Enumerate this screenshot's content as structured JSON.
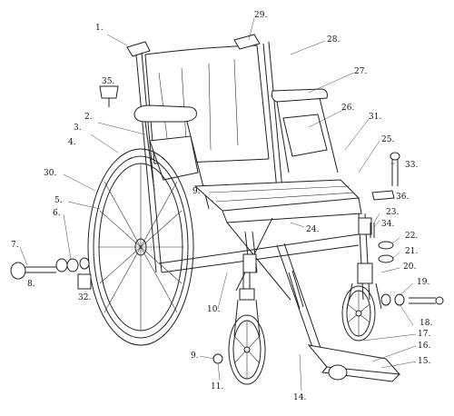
{
  "callouts": [
    {
      "id": "c1",
      "text": "1."
    },
    {
      "id": "c2",
      "text": "2."
    },
    {
      "id": "c3",
      "text": "3."
    },
    {
      "id": "c4",
      "text": "4."
    },
    {
      "id": "c5",
      "text": "5."
    },
    {
      "id": "c6",
      "text": "6."
    },
    {
      "id": "c7",
      "text": "7."
    },
    {
      "id": "c8",
      "text": "8."
    },
    {
      "id": "c9a",
      "text": "9."
    },
    {
      "id": "c9b",
      "text": "9."
    },
    {
      "id": "c10",
      "text": "10."
    },
    {
      "id": "c11",
      "text": "11."
    },
    {
      "id": "c14",
      "text": "14."
    },
    {
      "id": "c15",
      "text": "15."
    },
    {
      "id": "c16",
      "text": "16."
    },
    {
      "id": "c17",
      "text": "17."
    },
    {
      "id": "c18",
      "text": "18."
    },
    {
      "id": "c19",
      "text": "19."
    },
    {
      "id": "c20",
      "text": "20."
    },
    {
      "id": "c21",
      "text": "21."
    },
    {
      "id": "c22",
      "text": "22."
    },
    {
      "id": "c23",
      "text": "23."
    },
    {
      "id": "c24",
      "text": "24."
    },
    {
      "id": "c25",
      "text": "25."
    },
    {
      "id": "c26",
      "text": "26."
    },
    {
      "id": "c27",
      "text": "27."
    },
    {
      "id": "c28",
      "text": "28."
    },
    {
      "id": "c29",
      "text": "29."
    },
    {
      "id": "c30",
      "text": "30."
    },
    {
      "id": "c31",
      "text": "31."
    },
    {
      "id": "c32",
      "text": "32."
    },
    {
      "id": "c33",
      "text": "33."
    },
    {
      "id": "c34",
      "text": "34."
    },
    {
      "id": "c35",
      "text": "35."
    },
    {
      "id": "c36",
      "text": "36."
    }
  ]
}
